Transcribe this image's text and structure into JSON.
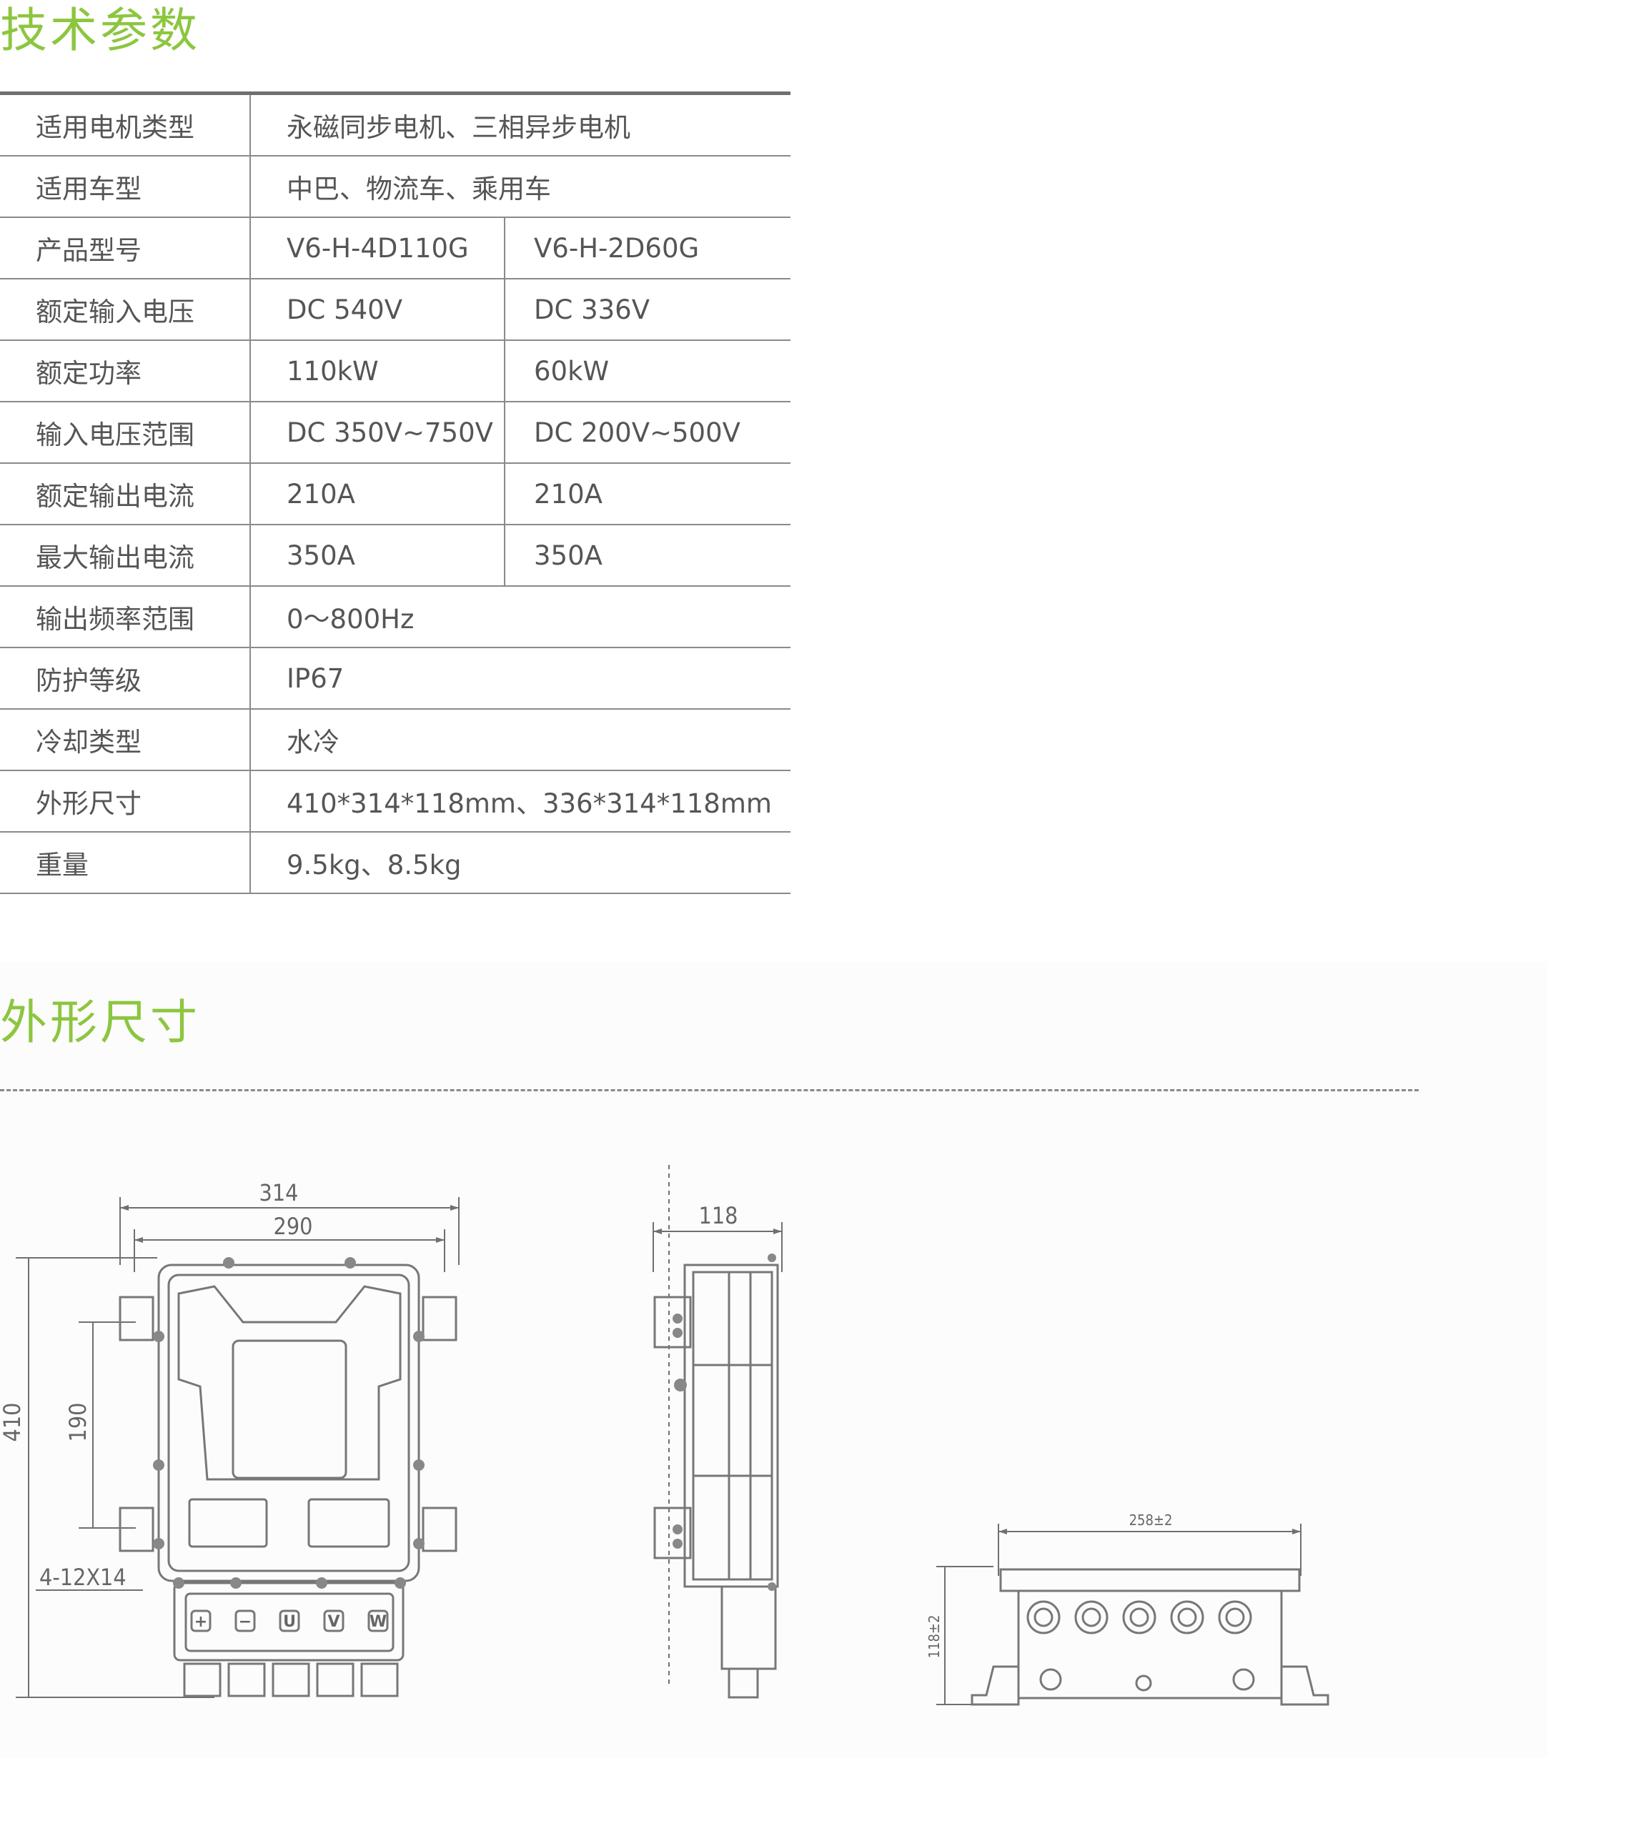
{
  "sections": {
    "params_title": "技术参数",
    "dims_title": "外形尺寸"
  },
  "spec_rows": [
    {
      "label": "适用电机类型",
      "value": "永磁同步电机、三相异步电机"
    },
    {
      "label": "适用车型",
      "value": "中巴、物流车、乘用车"
    },
    {
      "label": "产品型号",
      "v1": "V6-H-4D110G",
      "v2": "V6-H-2D60G"
    },
    {
      "label": "额定输入电压",
      "v1": "DC  540V",
      "v2": "DC  336V"
    },
    {
      "label": "额定功率",
      "v1": "110kW",
      "v2": "60kW"
    },
    {
      "label": "输入电压范围",
      "v1": "DC  350V~750V",
      "v2": "DC  200V~500V"
    },
    {
      "label": "额定输出电流",
      "v1": "210A",
      "v2": "210A"
    },
    {
      "label": "最大输出电流",
      "v1": "350A",
      "v2": "350A"
    },
    {
      "label": "输出频率范围",
      "value": "0～800Hz"
    },
    {
      "label": "防护等级",
      "value": "IP67"
    },
    {
      "label": "冷却类型",
      "value": "水冷"
    },
    {
      "label": "外形尺寸",
      "value": "410*314*118mm、336*314*118mm"
    },
    {
      "label": "重量",
      "value": "9.5kg、8.5kg"
    }
  ],
  "drawing": {
    "front": {
      "width_outer": "314",
      "width_inner": "290",
      "height_total": "410",
      "height_mount": "190",
      "holes": "4-12X14",
      "terminal_labels": [
        "+",
        "−",
        "U",
        "V",
        "W"
      ]
    },
    "side": {
      "depth": "118"
    },
    "bottom": {
      "width": "258±2",
      "height": "118±2"
    }
  }
}
